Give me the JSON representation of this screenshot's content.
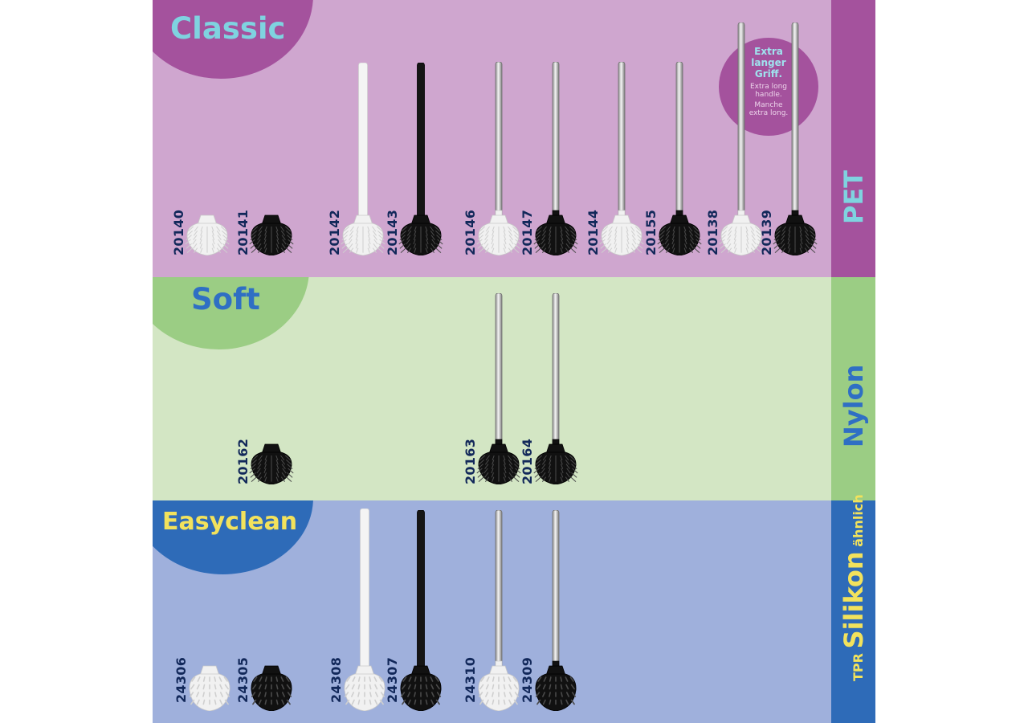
{
  "colors": {
    "classic_bg": "#cfa6cf",
    "classic_accent": "#a4529d",
    "classic_label": "#7fd3e0",
    "soft_bg": "#d3e6c4",
    "soft_accent": "#9bcd84",
    "soft_label": "#2f6fc4",
    "easy_bg": "#9fb0dc",
    "easy_accent": "#2e6bb8",
    "easy_label": "#f2e25c",
    "code_text": "#12285a"
  },
  "sections": {
    "classic": {
      "title": "Classic",
      "material": "PET"
    },
    "soft": {
      "title": "Soft",
      "material": "Nylon"
    },
    "easyclean": {
      "title": "Easyclean",
      "material_small": "TPR",
      "material_big": "Silikon",
      "material_suffix": "ähnlich"
    }
  },
  "badge": {
    "line1": "Extra",
    "line2": "langer",
    "line3": "Griff.",
    "en1": "Extra long",
    "en2": "handle.",
    "fr1": "Manche",
    "fr2": "extra long."
  },
  "products": {
    "classic": [
      {
        "code": "20140",
        "color": "white",
        "handle": "none"
      },
      {
        "code": "20141",
        "color": "black",
        "handle": "none"
      },
      {
        "code": "20142",
        "color": "white",
        "handle": "white"
      },
      {
        "code": "20143",
        "color": "black",
        "handle": "black"
      },
      {
        "code": "20146",
        "color": "white",
        "handle": "steel"
      },
      {
        "code": "20147",
        "color": "black",
        "handle": "steel"
      },
      {
        "code": "20144",
        "color": "white",
        "handle": "steel"
      },
      {
        "code": "20155",
        "color": "black",
        "handle": "steel"
      },
      {
        "code": "20138",
        "color": "white",
        "handle": "steel-long"
      },
      {
        "code": "20139",
        "color": "black",
        "handle": "steel-long"
      }
    ],
    "soft": [
      {
        "code": "20162",
        "color": "black",
        "handle": "none"
      },
      {
        "code": "20163",
        "color": "black",
        "handle": "steel"
      },
      {
        "code": "20164",
        "color": "black",
        "handle": "steel"
      }
    ],
    "easyclean": [
      {
        "code": "24306",
        "color": "white",
        "handle": "none"
      },
      {
        "code": "24305",
        "color": "black",
        "handle": "none"
      },
      {
        "code": "24308",
        "color": "white",
        "handle": "white"
      },
      {
        "code": "24307",
        "color": "black",
        "handle": "black"
      },
      {
        "code": "24310",
        "color": "white",
        "handle": "steel"
      },
      {
        "code": "24309",
        "color": "black",
        "handle": "steel"
      }
    ]
  }
}
